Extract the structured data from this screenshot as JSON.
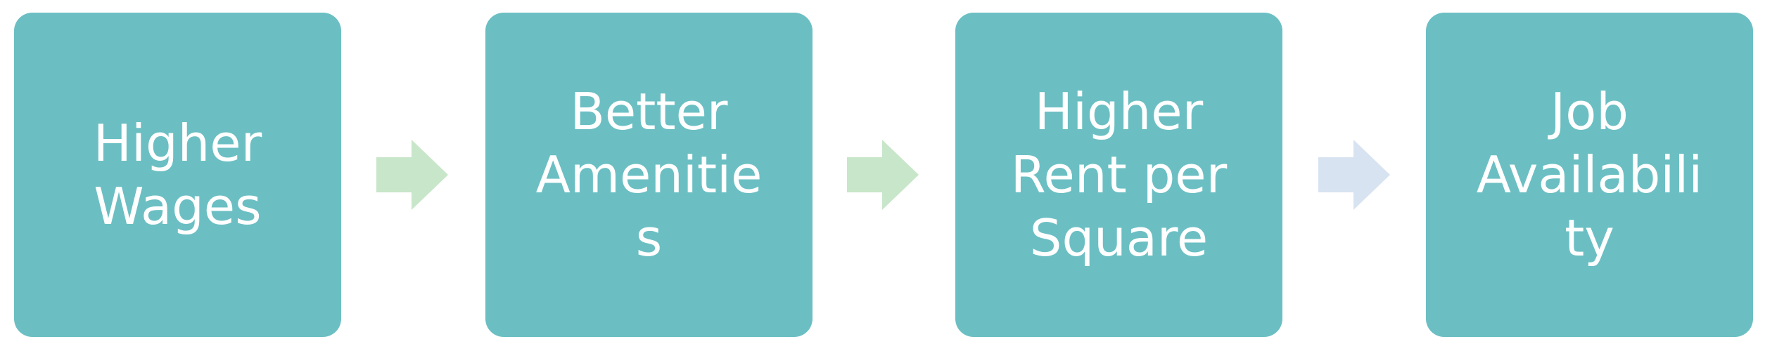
{
  "colors": {
    "box_fill": "#6bbfc3",
    "box_text": "#ffffff",
    "arrow_green": "#c8e6c9",
    "arrow_blue": "#d8e3f1"
  },
  "steps": [
    {
      "label": "Higher\nWages"
    },
    {
      "label": "Better\nAmenitie\ns"
    },
    {
      "label": "Higher\nRent per\nSquare"
    },
    {
      "label": "Job\nAvailabili\nty"
    }
  ],
  "arrows": [
    {
      "icon": "right-arrow-icon",
      "color": "#c8e6c9"
    },
    {
      "icon": "right-arrow-icon",
      "color": "#c8e6c9"
    },
    {
      "icon": "right-arrow-icon",
      "color": "#d8e3f1"
    }
  ]
}
